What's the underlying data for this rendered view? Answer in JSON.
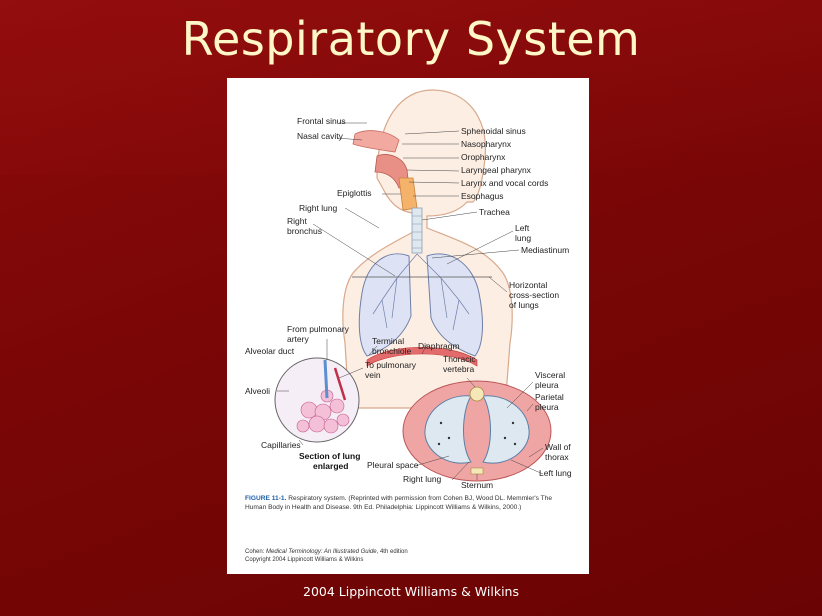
{
  "slide": {
    "title": "Respiratory System",
    "footer": "2004 Lippincott Williams & Wilkins"
  },
  "figure": {
    "labels": {
      "frontal_sinus": "Frontal sinus",
      "nasal_cavity": "Nasal cavity",
      "sphenoidal_sinus": "Sphenoidal sinus",
      "nasopharynx": "Nasopharynx",
      "oropharynx": "Oropharynx",
      "laryngeal_pharynx": "Laryngeal pharynx",
      "larynx": "Larynx and vocal cords",
      "epiglottis": "Epiglottis",
      "esophagus": "Esophagus",
      "right_lung": "Right lung",
      "trachea": "Trachea",
      "right_bronchus_1": "Right",
      "right_bronchus_2": "bronchus",
      "left_lung_1": "Left",
      "left_lung_2": "lung",
      "mediastinum": "Mediastinum",
      "horizontal_1": "Horizontal",
      "horizontal_2": "cross-section",
      "horizontal_3": "of lungs",
      "from_pulmonary_1": "From pulmonary",
      "from_pulmonary_2": "artery",
      "alveolar_duct": "Alveolar duct",
      "terminal_1": "Terminal",
      "terminal_2": "bronchiole",
      "diaphragm": "Diaphragm",
      "to_pulmonary_1": "To pulmonary",
      "to_pulmonary_2": "vein",
      "thoracic_1": "Thoracic",
      "thoracic_2": "vertebra",
      "alveoli": "Alveoli",
      "visceral_1": "Visceral",
      "visceral_2": "pleura",
      "parietal_1": "Parietal",
      "parietal_2": "pleura",
      "capillaries": "Capillaries",
      "section_1": "Section of lung",
      "section_2": "enlarged",
      "wall_1": "Wall of",
      "wall_2": "thorax",
      "pleural_space": "Pleural space",
      "right_lung_cs": "Right lung",
      "left_lung_cs": "Left lung",
      "sternum": "Sternum"
    },
    "caption_label": "FIGURE 11-1.",
    "caption_text": "Respiratory system. (Reprinted with permission from Cohen BJ, Wood DL. Memmler's The Human Body in Health and Disease. 9th Ed. Philadelphia: Lippincott Williams & Wilkins, 2000.)",
    "source_line1_pre": "Cohen: ",
    "source_line1_italic": "Medical Terminology: An Illustrated Guide",
    "source_line1_post": ", 4th edition",
    "source_line2": "Copyright 2004 Lippincott Williams & Wilkins"
  }
}
